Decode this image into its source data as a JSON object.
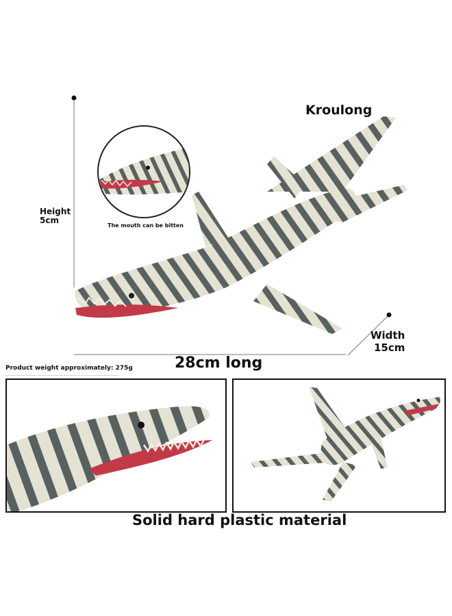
{
  "product": {
    "name": "Kroulong",
    "height_label": "Height",
    "height_value": "5cm",
    "width_label": "Width",
    "width_value": "15cm",
    "length_label": "28cm long",
    "weight_text": "Product weight approximately: 275g",
    "inset_caption": "The mouth can be bitten",
    "material_text": "Solid hard plastic material"
  },
  "colors": {
    "body": "#e4e2d2",
    "stripe": "#3e4a4c",
    "mouth": "#c23a48",
    "teeth": "#f3ece0"
  }
}
